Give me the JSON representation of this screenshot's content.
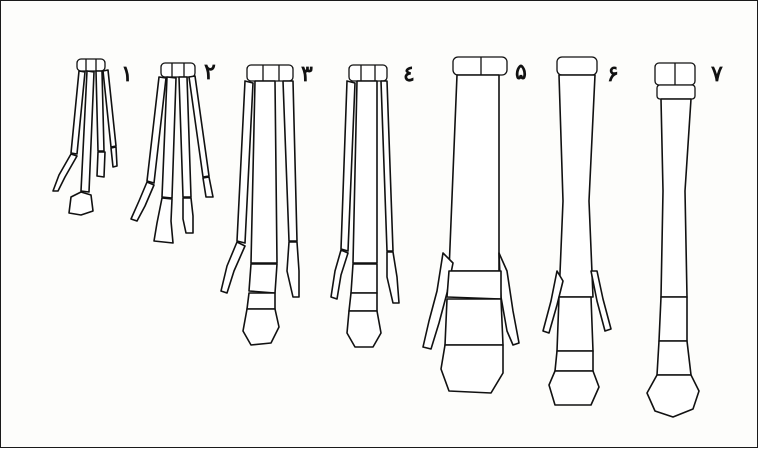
{
  "figure": {
    "labels": [
      "١",
      "٢",
      "٣",
      "٤",
      "۵",
      "۶",
      "٧"
    ]
  }
}
